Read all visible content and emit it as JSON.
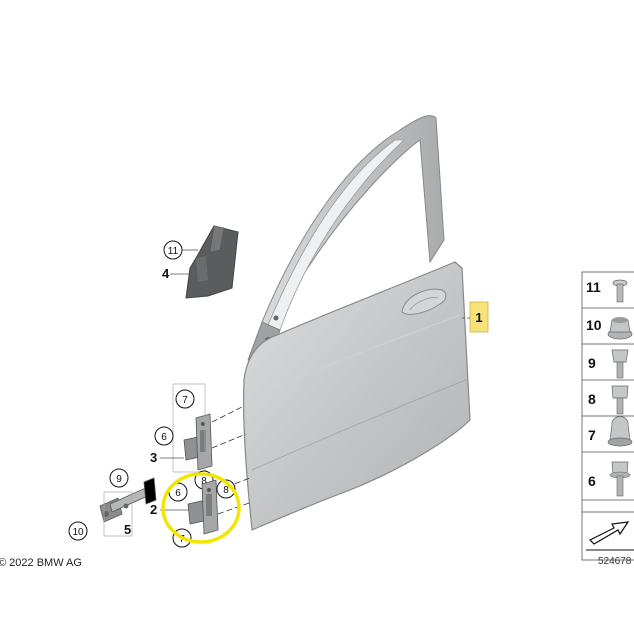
{
  "callouts": {
    "door": "1",
    "hinge_upper": "3",
    "hinge_lower": "2",
    "check_strap": "5",
    "cover": "4",
    "circ_11": "11",
    "circ_6a": "6",
    "circ_7a": "7",
    "circ_8a": "8",
    "circ_6b": "6",
    "circ_7b": "7",
    "circ_8b": "8",
    "circ_9": "9",
    "circ_10": "10"
  },
  "parts_legend": [
    "11",
    "10",
    "9",
    "8",
    "7",
    "6"
  ],
  "copyright": "© 2022 BMW AG",
  "diagram_code": "524678",
  "highlight_color": "#f2e600",
  "accent_color": "#f7e27a"
}
